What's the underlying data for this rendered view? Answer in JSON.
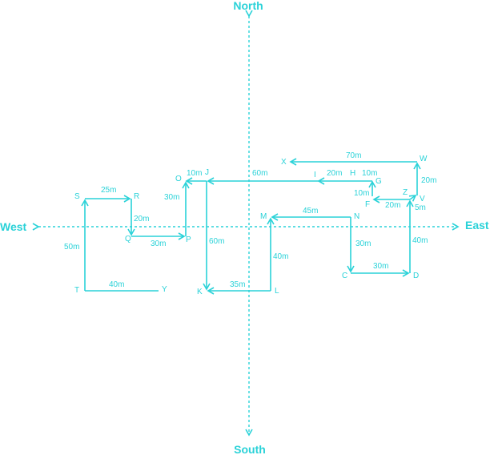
{
  "compass": {
    "north": "North",
    "south": "South",
    "east": "East",
    "west": "West"
  },
  "points": {
    "A": "V",
    "B": "W",
    "X": "X",
    "H": "H",
    "I": "I",
    "G": "G",
    "Z": "Z",
    "F": "F",
    "J": "J",
    "O": "O",
    "S": "S",
    "R": "R",
    "Q": "Q",
    "P": "P",
    "T": "T",
    "Y": "Y",
    "K": "K",
    "L": "L",
    "M": "M",
    "N": "N",
    "C": "C",
    "D": "D"
  },
  "distances": {
    "VW": "20m",
    "WX": "70m",
    "HG": "10m",
    "IH": "20m",
    "GF": "10m",
    "FZ": "20m",
    "ZV": "5m",
    "IJ": "60m",
    "JO": "10m",
    "OP": "30m",
    "QP": "30m",
    "RQ": "20m",
    "SR": "25m",
    "ST": "50m",
    "TY": "40m",
    "JK": "60m",
    "KL": "35m",
    "LM": "40m",
    "MN": "45m",
    "NC": "30m",
    "CD": "30m",
    "DV": "40m"
  }
}
